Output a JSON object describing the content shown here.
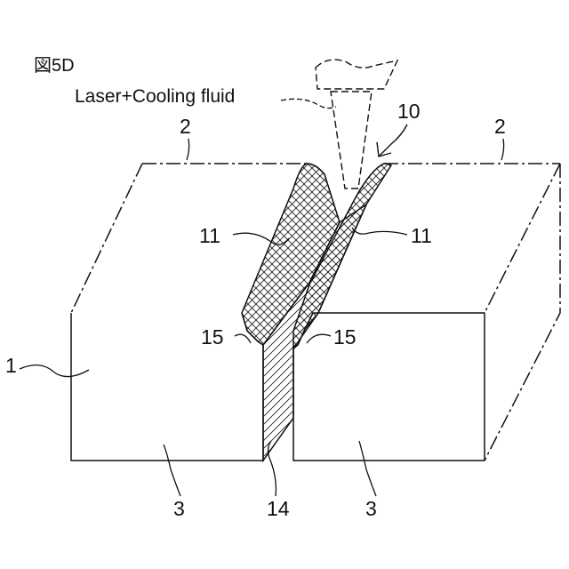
{
  "figure": {
    "title": "図5D",
    "labels": {
      "laser": "Laser+Cooling fluid",
      "ref_10": "10",
      "ref_2_left": "2",
      "ref_2_right": "2",
      "ref_11_left": "11",
      "ref_11_right": "11",
      "ref_15_left": "15",
      "ref_15_right": "15",
      "ref_1": "1",
      "ref_3_left": "3",
      "ref_14": "14",
      "ref_3_right": "3"
    }
  }
}
